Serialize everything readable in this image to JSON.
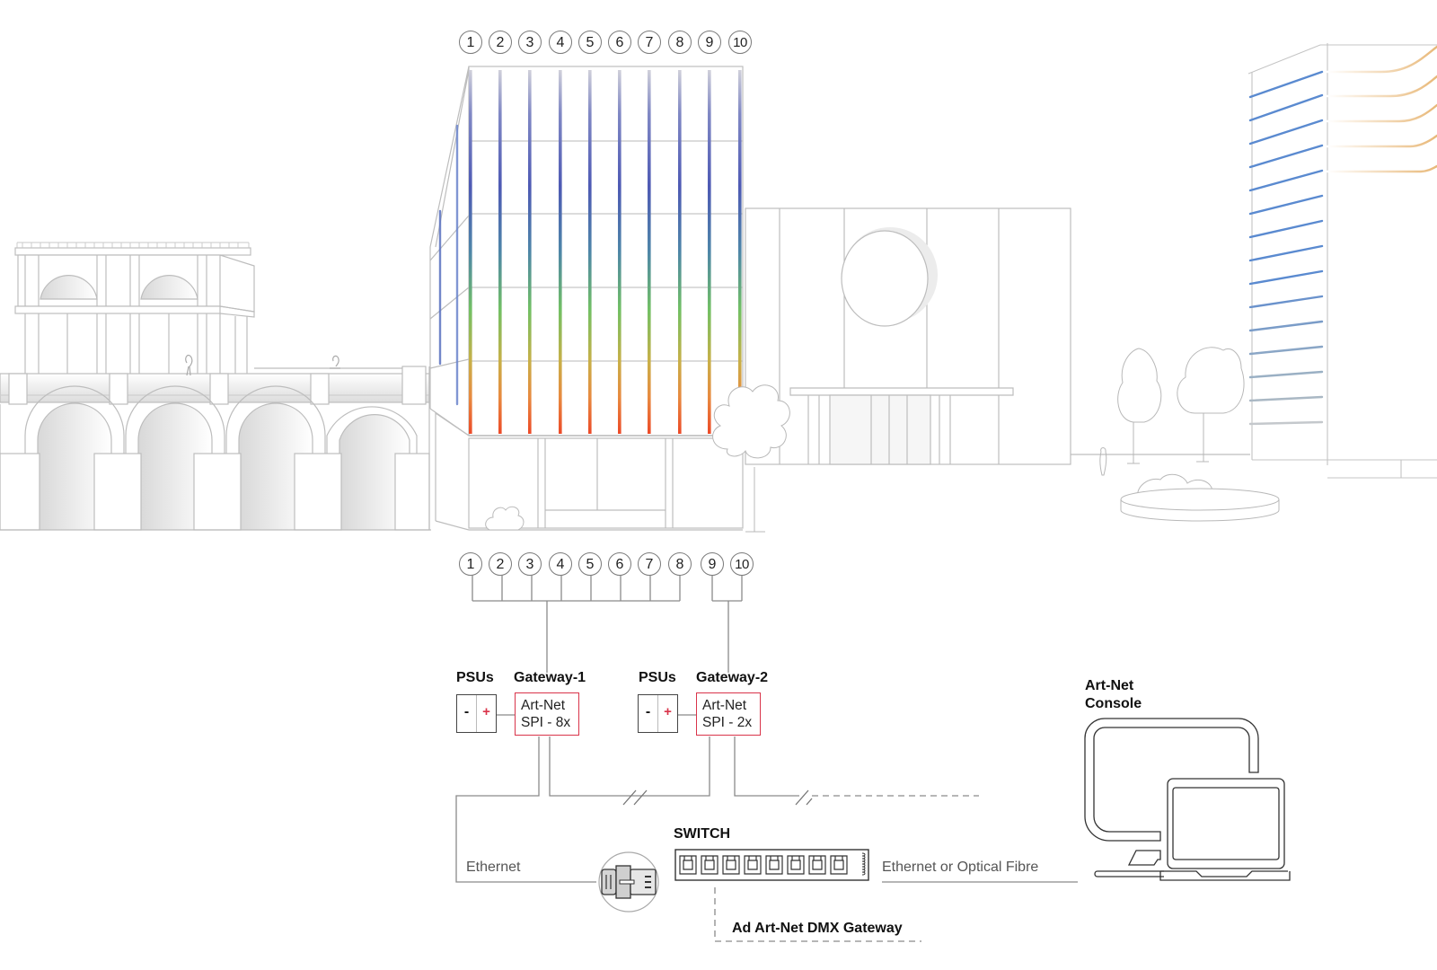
{
  "diagram": {
    "title": "Art-Net SPI pixel facade lighting system",
    "top_channels": [
      "1",
      "2",
      "3",
      "4",
      "5",
      "6",
      "7",
      "8",
      "9",
      "10"
    ],
    "bottom_channels": [
      "1",
      "2",
      "3",
      "4",
      "5",
      "6",
      "7",
      "8",
      "9",
      "10"
    ],
    "gradient_colors": [
      "#c8c8d4",
      "#5560b8",
      "#5aa0a0",
      "#7cc060",
      "#e0a040",
      "#e8502a"
    ],
    "accent_red": "#d9344a",
    "line_gray": "#8a8a8a",
    "groups": [
      {
        "psu_label": "PSUs",
        "psu_neg": "-",
        "psu_pos": "+",
        "gateway_label": "Gateway-1",
        "gateway_line1": "Art-Net",
        "gateway_line2": "SPI - 8x",
        "channels": [
          "1",
          "2",
          "3",
          "4",
          "5",
          "6",
          "7",
          "8"
        ]
      },
      {
        "psu_label": "PSUs",
        "psu_neg": "-",
        "psu_pos": "+",
        "gateway_label": "Gateway-2",
        "gateway_line1": "Art-Net",
        "gateway_line2": "SPI - 2x",
        "channels": [
          "9",
          "10"
        ]
      }
    ],
    "switch": {
      "label": "SWITCH",
      "port_count": 8
    },
    "labels": {
      "ethernet": "Ethernet",
      "ethernet_or_fibre": "Ethernet or Optical Fibre",
      "add_gateway": "Ad Art-Net DMX Gateway",
      "console_line1": "Art-Net",
      "console_line2": "Console"
    },
    "icons": {
      "rj45": "ethernet-plug-icon",
      "console": "computer-monitor-laptop-icon",
      "switch_ports": "rj45-port-icon"
    }
  }
}
